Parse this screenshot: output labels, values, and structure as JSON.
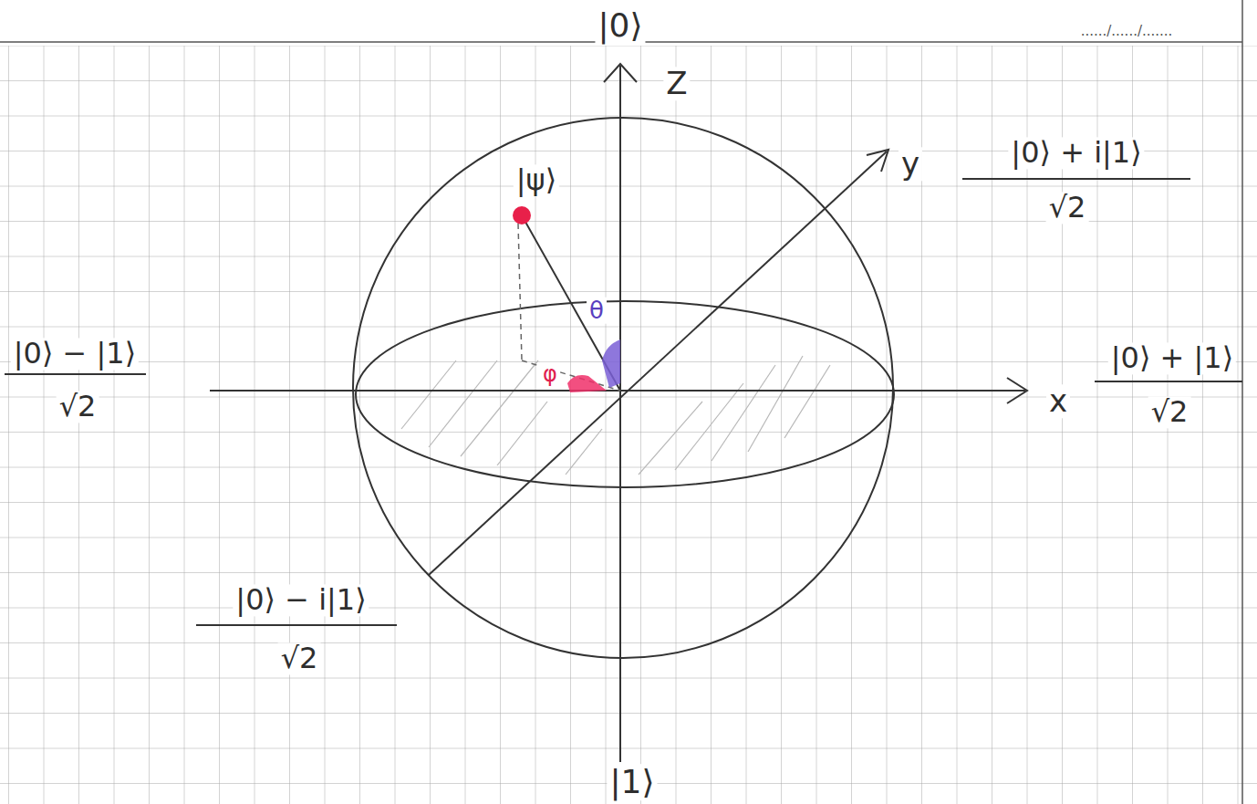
{
  "diagram": {
    "labels": [
      "|0⟩",
      "....../....../.......",
      "Z",
      "y",
      "|0⟩ + i|1⟩",
      "√2",
      "|ψ⟩",
      "|0⟩ − |1⟩",
      "√2",
      "θ",
      "φ",
      "x",
      "|0⟩ + |1⟩",
      "√2",
      "|0⟩ − i|1⟩",
      "√2",
      "|1⟩"
    ]
  }
}
